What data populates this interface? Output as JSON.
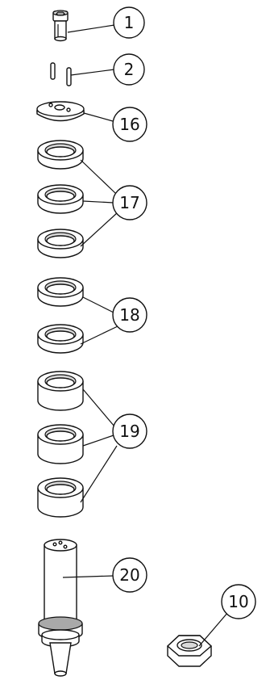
{
  "callouts": {
    "c1": "1",
    "c2": "2",
    "c16": "16",
    "c17": "17",
    "c18": "18",
    "c19": "19",
    "c20": "20",
    "c10": "10"
  },
  "colors": {
    "line": "#111111",
    "fill": "#ffffff",
    "shade": "#d9d9d9"
  }
}
